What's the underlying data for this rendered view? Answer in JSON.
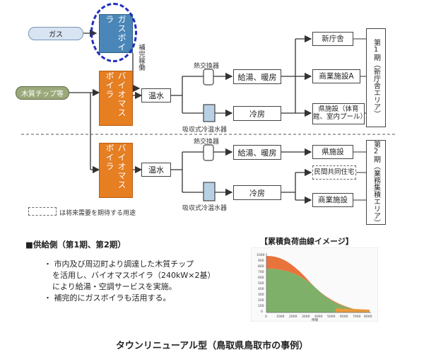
{
  "diagram": {
    "sources": {
      "gas": "ガス",
      "wood_chip": "木質チップ等"
    },
    "boilers": {
      "gas": "ガスボイラ",
      "biomass1": "バイオマスボイラ",
      "biomass2": "バイオマスボイラ"
    },
    "supplement_label": "補完稼働",
    "hot_water": "温水",
    "heat_exchanger": "熱交換器",
    "absorption_chiller": "吸収式冷温水器",
    "uses": {
      "hot_water_heating": "給湯、暖房",
      "cooling": "冷房"
    },
    "phase1": {
      "label": "第1期（新庁舎エリア）",
      "destinations": [
        "新庁舎",
        "商業施設A",
        "県施設（体育館、室内プール）"
      ]
    },
    "phase2": {
      "label": "第2期（業務集積エリア）",
      "destinations": [
        "県施設",
        "民間共同住宅",
        "商業施設"
      ]
    },
    "legend_text": "は将来需要を期待する用途"
  },
  "supply_side": {
    "title": "■供給側（第1期、第2期）",
    "bullets": [
      "・ 市内及び周辺町より調達した木質チップ",
      "を活用し、バイオマスボイラ（240kW×2基）",
      "により給湯・空調サービスを実施。",
      "・ 補完的にガスボイラも活用する。"
    ]
  },
  "curve": {
    "title": "【累積負荷曲線イメージ】",
    "y_ticks": [
      "1000",
      "900",
      "800",
      "700",
      "600",
      "500",
      "400",
      "300",
      "200",
      "100",
      "0"
    ],
    "x_ticks": [
      "0",
      "1000",
      "2000",
      "3000",
      "4000",
      "5000",
      "6000",
      "7000",
      "8000"
    ],
    "xlabel": "時間"
  },
  "caption": "タウンリニューアル型（鳥取県鳥取市の事例）",
  "colors": {
    "orange": "#e67e22",
    "blue": "#4a87b8",
    "highlight": "#1f2fbf"
  }
}
